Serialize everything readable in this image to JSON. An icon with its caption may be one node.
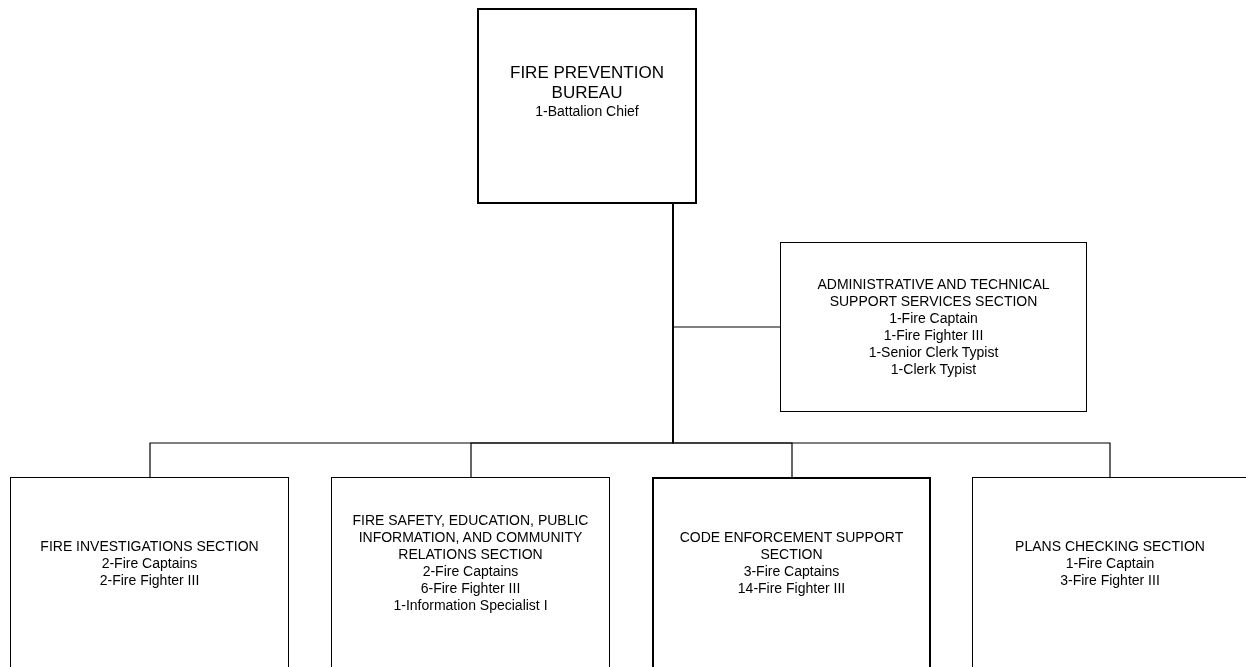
{
  "diagram": {
    "nodes": [
      {
        "text": [
          "FIRE PREVENTION BUREAU",
          "1-Battalion Chief"
        ]
      },
      {
        "text": [
          "ADMINISTRATIVE AND TECHNICAL SUPPORT SERVICES SECTION",
          "1-Fire Captain",
          "1-Fire Fighter III",
          "1-Senior Clerk Typist",
          "1-Clerk Typist"
        ]
      },
      {
        "text": [
          "FIRE INVESTIGATIONS SECTION",
          "2-Fire Captains",
          "2-Fire Fighter III"
        ]
      },
      {
        "text": [
          "FIRE SAFETY, EDUCATION, PUBLIC INFORMATION, AND COMMUNITY RELATIONS SECTION",
          "2-Fire Captains",
          "6-Fire Fighter III",
          "1-Information Specialist I"
        ]
      },
      {
        "text": [
          "CODE ENFORCEMENT SUPPORT SECTION",
          "3-Fire Captains",
          "14-Fire Fighter III"
        ]
      },
      {
        "text": [
          "PLANS CHECKING SECTION",
          "1-Fire Captain",
          "3-Fire Fighter III"
        ]
      }
    ],
    "edges": [
      {
        "from": 0,
        "to": 1,
        "arrow": "none"
      },
      {
        "from": 0,
        "to": 2,
        "arrow": "none"
      },
      {
        "from": 0,
        "to": 3,
        "arrow": "none"
      },
      {
        "from": 0,
        "to": 4,
        "arrow": "none"
      },
      {
        "from": 0,
        "to": 5,
        "arrow": "none"
      }
    ]
  }
}
